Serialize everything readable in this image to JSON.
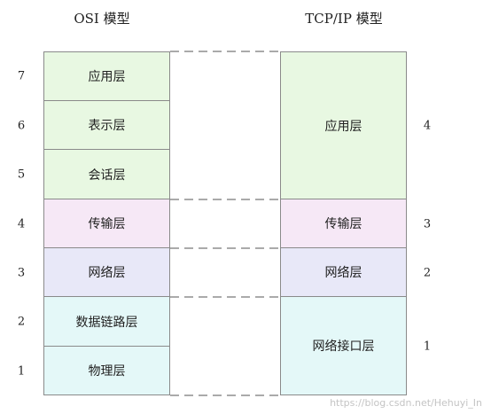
{
  "titles": {
    "osi": "OSI 模型",
    "tcpip": "TCP/IP 模型"
  },
  "osi_layers": [
    {
      "number": "7",
      "label": "应用层",
      "color": "#e8f8e2"
    },
    {
      "number": "6",
      "label": "表示层",
      "color": "#e8f8e2"
    },
    {
      "number": "5",
      "label": "会话层",
      "color": "#e8f8e2"
    },
    {
      "number": "4",
      "label": "传输层",
      "color": "#f6e8f6"
    },
    {
      "number": "3",
      "label": "网络层",
      "color": "#e8e8f8"
    },
    {
      "number": "2",
      "label": "数据链路层",
      "color": "#e4f8f8"
    },
    {
      "number": "1",
      "label": "物理层",
      "color": "#e4f8f8"
    }
  ],
  "tcpip_layers": [
    {
      "number": "4",
      "label": "应用层",
      "color": "#e8f8e2"
    },
    {
      "number": "3",
      "label": "传输层",
      "color": "#f6e8f6"
    },
    {
      "number": "2",
      "label": "网络层",
      "color": "#e8e8f8"
    },
    {
      "number": "1",
      "label": "网络接口层",
      "color": "#e4f8f8"
    }
  ],
  "watermark": "https://blog.csdn.net/Hehuyi_In"
}
